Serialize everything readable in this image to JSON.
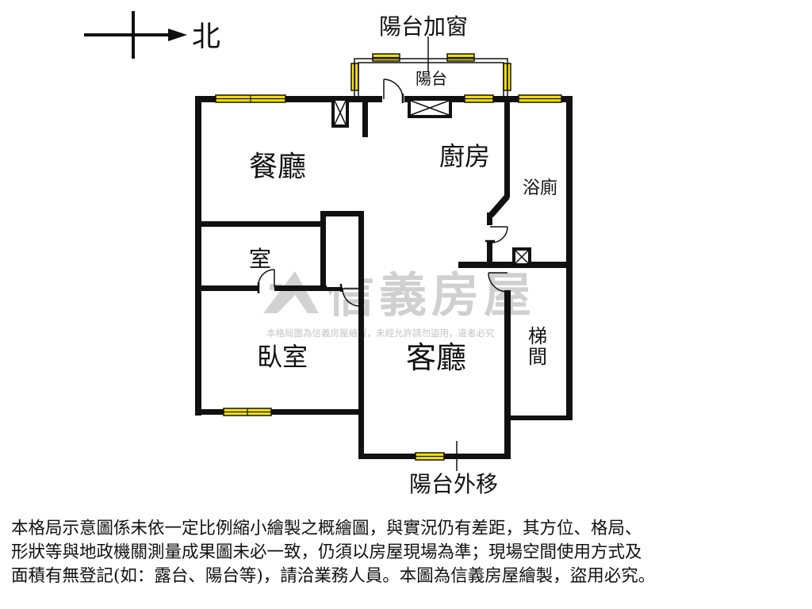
{
  "compass": {
    "north_label": "北"
  },
  "annotations": {
    "balcony_window": "陽台加窗",
    "balcony_moved": "陽台外移"
  },
  "rooms": {
    "balcony": "陽台",
    "dining": "餐廳",
    "kitchen": "廚房",
    "bath": "浴廁",
    "room": "室",
    "bedroom": "臥室",
    "living": "客廳",
    "stair_1": "梯",
    "stair_2": "間"
  },
  "watermark": {
    "brand": "信義房屋",
    "notice": "本格局圖為信義房屋繪製，未經允許請勿盜用，違者必究"
  },
  "disclaimer": {
    "line1": "本格局示意圖係未依一定比例縮小繪製之概繪圖，與實況仍有差距，其方位、格局、",
    "line2": "形狀等與地政機關測量成果圖未必一致，仍須以房屋現場為準；現場空間使用方式及",
    "line3": "面積有無登記(如：露台、陽台等)，請洽業務人員。本圖為信義房屋繪製，盜用必究。"
  },
  "colors": {
    "wall": "#111111",
    "window_fill": "#f5e400",
    "watermark": "#cfcfcf"
  }
}
